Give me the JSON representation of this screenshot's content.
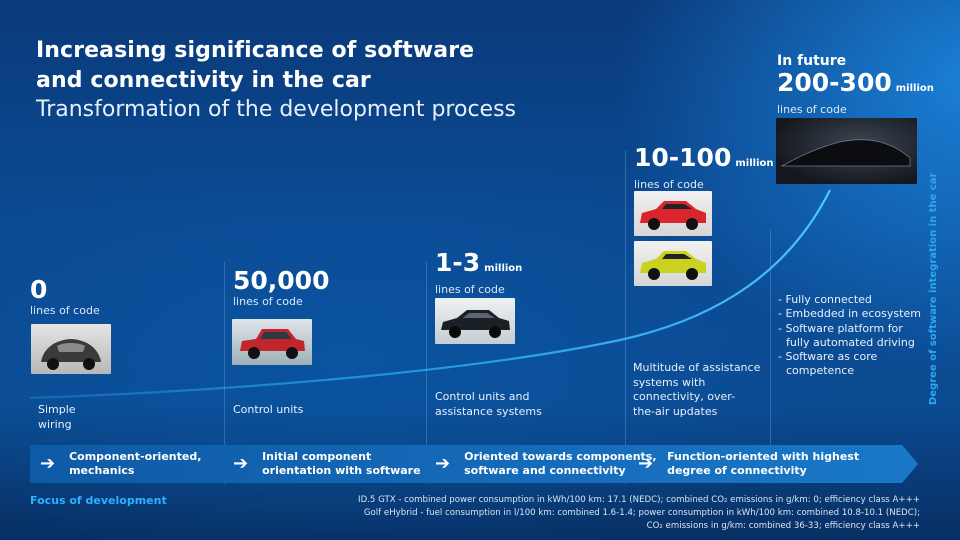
{
  "header": {
    "title_line1": "Increasing significance of software",
    "title_line2": "and connectivity in the car",
    "subtitle": "Transformation of the development process"
  },
  "stages": [
    {
      "value": "0",
      "unit": "",
      "caption": "lines of code",
      "photo": "vintage-beetle-photo",
      "description": [
        "Simple",
        "wiring"
      ]
    },
    {
      "value": "50,000",
      "unit": "",
      "caption": "lines of code",
      "photo": "red-hatchback-photo",
      "description": [
        "Control units"
      ]
    },
    {
      "value": "1-3",
      "unit": "million",
      "caption": "lines of code",
      "photo": "dark-sedan-photo",
      "description": [
        "Control units and",
        "assistance systems"
      ]
    },
    {
      "value": "10-100",
      "unit": "million",
      "caption": "lines of code",
      "photo": "modern-cars-photo",
      "description": [
        "Multitude of assistance",
        "systems with",
        "connectivity, over-",
        "the-air updates"
      ]
    },
    {
      "prefix": "In future",
      "value": "200-300",
      "unit": "million",
      "caption": "lines of code",
      "photo": "future-car-silhouette",
      "bullets": [
        "- Fully connected",
        "- Embedded in ecosystem",
        "- Software platform for",
        "  fully automated driving",
        "- Software as core",
        "  competence"
      ]
    }
  ],
  "band": [
    {
      "line1": "Component-oriented,",
      "line2": "mechanics"
    },
    {
      "line1": "Initial component",
      "line2": "orientation with software"
    },
    {
      "line1": "Oriented towards components,",
      "line2": "software and connectivity"
    },
    {
      "line1": "Function-oriented with highest",
      "line2": "degree of connectivity"
    }
  ],
  "focus_label": "Focus of development",
  "side_label": "Degree of software integration in the car",
  "footnotes": [
    "ID.5 GTX - combined power consumption in kWh/100 km: 17.1 (NEDC); combined CO₂ emissions in g/km: 0; efficiency class A+++",
    "Golf eHybrid - fuel consumption in l/100 km: combined 1.6-1.4; power consumption in kWh/100 km: combined 10.8-10.1 (NEDC);",
    "CO₂ emissions in g/km: combined 36-33; efficiency class A+++"
  ],
  "colors": {
    "accent": "#2bb2ff",
    "curve": "#2fb6ff",
    "band": "#1467b8"
  }
}
